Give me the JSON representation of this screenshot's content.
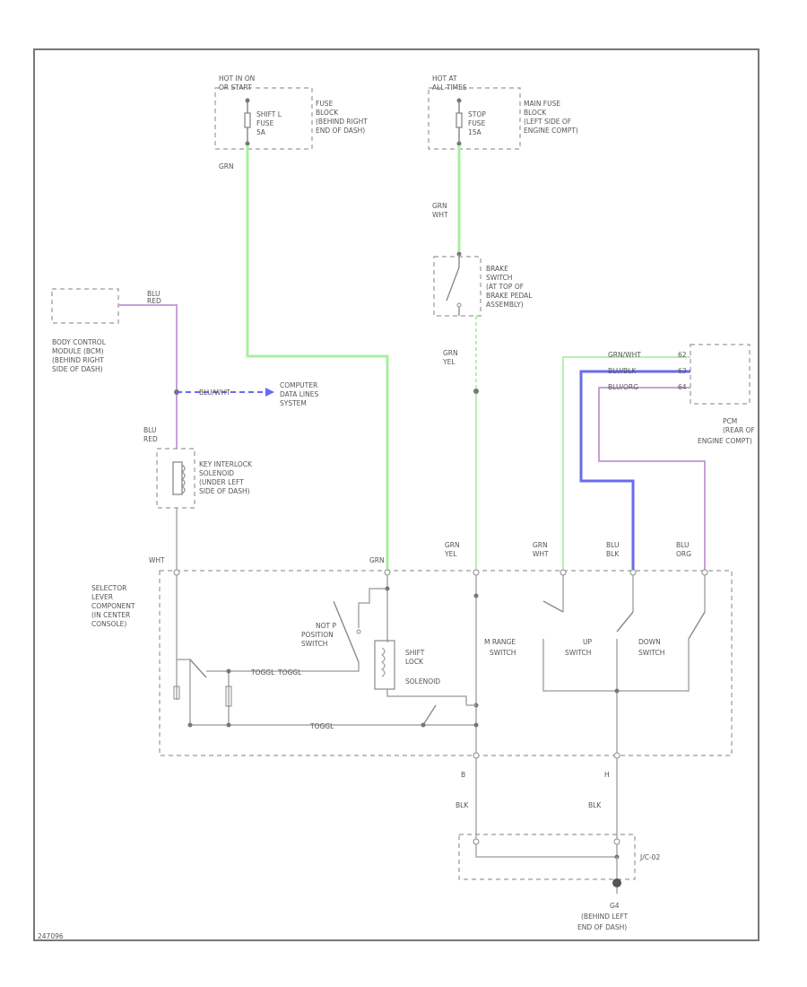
{
  "diagram_id": "247096",
  "fuse_left": {
    "source": [
      "HOT IN ON",
      "OR START"
    ],
    "fuse": [
      "SHIFT L",
      "FUSE",
      "5A"
    ],
    "location": [
      "FUSE",
      "BLOCK",
      "(BEHIND RIGHT",
      "END OF DASH)"
    ]
  },
  "fuse_right": {
    "source": [
      "HOT AT",
      "ALL TIMES"
    ],
    "fuse": [
      "STOP",
      "FUSE",
      "15A"
    ],
    "location": [
      "MAIN FUSE",
      "BLOCK",
      "(LEFT SIDE OF",
      "ENGINE COMPT)"
    ]
  },
  "wire_labels": {
    "grn_top": "GRN",
    "grn_wht_top": [
      "GRN",
      "WHT"
    ],
    "blu_red_bcm": [
      "BLU",
      "RED"
    ],
    "blu_red_solenoid": [
      "BLU",
      "RED"
    ],
    "blu_wht_data": "BLU/WHT",
    "grn_yel_mid": [
      "GRN",
      "YEL"
    ],
    "wht_left": "WHT",
    "grn_slc": "GRN",
    "grn_yel_slc": [
      "GRN",
      "YEL"
    ],
    "grn_wht_slc": [
      "GRN",
      "WHT"
    ],
    "blu_blk_slc": [
      "BLU",
      "BLK"
    ],
    "blu_org_slc": [
      "BLU",
      "ORG"
    ],
    "pcm_grn_wht": "GRN/WHT",
    "pcm_blu_blk": "BLU/BLK",
    "pcm_blu_org": "BLU/ORG",
    "pcm_pin1": "62",
    "pcm_pin2": "63",
    "pcm_pin3": "64",
    "blk_left": "BLK",
    "blk_right": "BLK",
    "conn_left": "B",
    "conn_right": "H",
    "internal1": "TOGGL",
    "internal2": "TOGGL",
    "internal3": "TOGGL"
  },
  "components": {
    "bcm": [
      "BODY CONTROL",
      "MODULE (BCM)",
      "(BEHIND RIGHT",
      "SIDE OF DASH)"
    ],
    "data_lines": [
      "COMPUTER",
      "DATA LINES",
      "SYSTEM"
    ],
    "brake_switch": [
      "BRAKE",
      "SWITCH",
      "(AT TOP OF",
      "BRAKE PEDAL",
      "ASSEMBLY)"
    ],
    "pcm": [
      "PCM",
      "(REAR OF",
      "ENGINE COMPT)"
    ],
    "key_interlock": [
      "KEY INTERLOCK",
      "SOLENOID",
      "(UNDER LEFT",
      "SIDE OF DASH)"
    ],
    "selector_lever": [
      "SELECTOR",
      "LEVER",
      "COMPONENT",
      "(IN CENTER",
      "CONSOLE)"
    ],
    "not_p": [
      "NOT P",
      "POSITION",
      "SWITCH"
    ],
    "shift_lock": [
      "SHIFT",
      "LOCK",
      "SOLENOID"
    ],
    "m_range": [
      "M RANGE",
      "SWITCH"
    ],
    "up_switch": [
      "UP",
      "SWITCH"
    ],
    "down_switch": [
      "DOWN",
      "SWITCH"
    ],
    "junction": "J/C-02",
    "ground": [
      "G4",
      "(BEHIND LEFT",
      "END OF DASH)"
    ]
  },
  "colors": {
    "green_wire": "#a8f0a0",
    "blue_wire": "#6a6af0",
    "violet_wire": "#c8a0d8"
  }
}
